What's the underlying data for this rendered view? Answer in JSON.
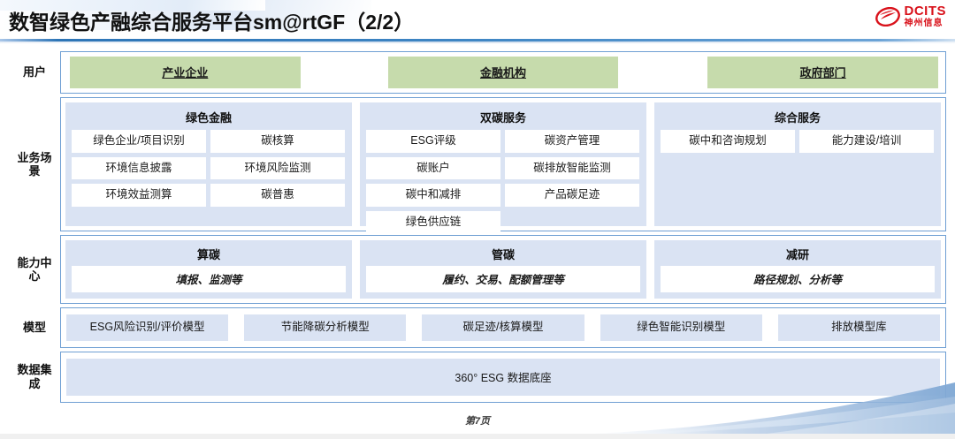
{
  "slide": {
    "title": "数智绿色产融综合服务平台sm@rtGF（2/2）",
    "footer": "第7页",
    "accent_color": "#2e75b6",
    "green_color": "#c6dbac",
    "panel_color": "#dae3f3",
    "brand_color": "#d9111a"
  },
  "logo": {
    "mark": "dcits-swirl-icon",
    "en": "DCITS",
    "cn": "神州信息"
  },
  "rows": [
    {
      "label": "用户",
      "items": [
        "产业企业",
        "金融机构",
        "政府部门"
      ]
    },
    {
      "label": "业务场\n景",
      "columns": [
        {
          "title": "绿色金融",
          "items": [
            "绿色企业/项目识别",
            "碳核算",
            "环境信息披露",
            "环境风险监测",
            "环境效益测算",
            "碳普惠"
          ]
        },
        {
          "title": "双碳服务",
          "items": [
            "ESG评级",
            "碳资产管理",
            "碳账户",
            "碳排放智能监测",
            "碳中和减排",
            "产品碳足迹",
            "绿色供应链"
          ]
        },
        {
          "title": "综合服务",
          "items": [
            "碳中和咨询规划",
            "能力建设/培训"
          ]
        }
      ]
    },
    {
      "label": "能力中\n心",
      "columns": [
        {
          "title": "算碳",
          "subtitle": "填报、监测等"
        },
        {
          "title": "管碳",
          "subtitle": "履约、交易、配额管理等"
        },
        {
          "title": "减研",
          "subtitle": "路径规划、分析等"
        }
      ]
    },
    {
      "label": "模型",
      "items": [
        "ESG风险识别/评价模型",
        "节能降碳分析模型",
        "碳足迹/核算模型",
        "绿色智能识别模型",
        "排放模型库"
      ]
    },
    {
      "label": "数据集\n成",
      "items": [
        "360° ESG 数据底座"
      ]
    }
  ]
}
